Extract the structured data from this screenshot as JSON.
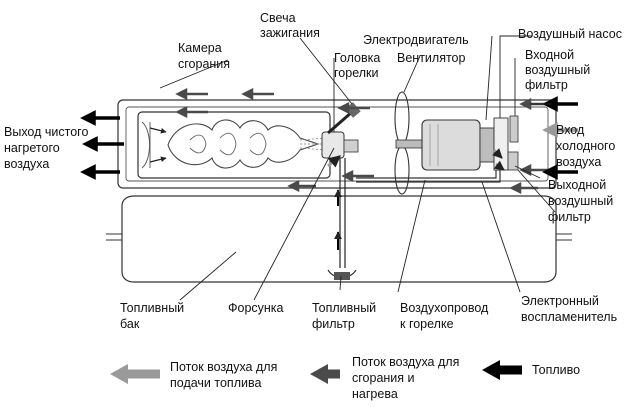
{
  "labels": {
    "spark_plug": [
      "Свеча",
      "зажигания"
    ],
    "combustion_chamber": [
      "Камера",
      "сгорания"
    ],
    "electric_motor": [
      "Электродвигатель"
    ],
    "air_pump": [
      "Воздушный насос"
    ],
    "inlet_air_filter": [
      "Входной",
      "воздушный",
      "фильтр"
    ],
    "burner_head": [
      "Головка",
      "горелки"
    ],
    "fan": [
      "Вентилятор"
    ],
    "clean_hot_air_outlet": [
      "Выход чистого",
      "нагретого",
      "воздуха"
    ],
    "cold_air_inlet": [
      "Вход",
      "холодного",
      "воздуха"
    ],
    "outlet_air_filter": [
      "Выходной",
      "воздушный",
      "фильтр"
    ],
    "fuel_tank": [
      "Топливный",
      "бак"
    ],
    "nozzle": [
      "Форсунка"
    ],
    "fuel_filter": [
      "Топливный",
      "фильтр"
    ],
    "air_duct": [
      "Воздухопровод",
      "к горелке"
    ],
    "electronic_igniter": [
      "Электронный",
      "воспламенитель"
    ]
  },
  "legend": [
    {
      "key": "fuel_feed_air",
      "text": [
        "Поток воздуха для",
        "подачи топлива"
      ],
      "color": "#9a9a9a"
    },
    {
      "key": "combustion_air",
      "text": [
        "Поток воздуха для",
        "сгорания и",
        "нагрева"
      ],
      "color": "#4a4a4a"
    },
    {
      "key": "fuel",
      "text": [
        "Топливо"
      ],
      "color": "#000000"
    }
  ]
}
